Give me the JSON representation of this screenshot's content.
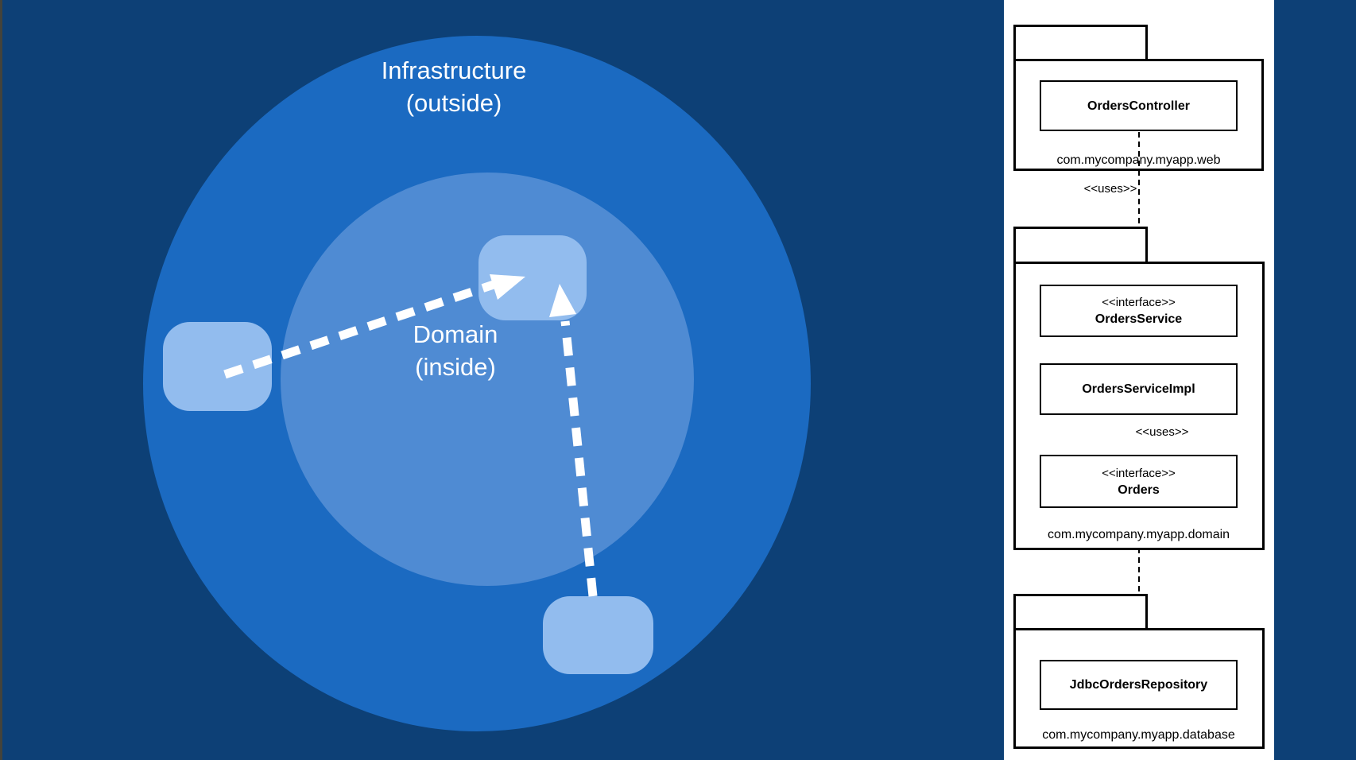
{
  "left_diagram": {
    "outer_label": {
      "line1": "Infrastructure",
      "line2": "(outside)"
    },
    "inner_label": {
      "line1": "Domain",
      "line2": "(inside)"
    },
    "colors": {
      "background": "#0d4076",
      "outer_circle": "#1b6ac1",
      "inner_circle": "#4f8bd3",
      "component": "#92bcee",
      "arrow": "#ffffff",
      "label_text": "#ffffff"
    }
  },
  "uml": {
    "panel_background": "#ffffff",
    "line_color": "#000000",
    "web": {
      "class_name": "OrdersController",
      "package_label": "com.mycompany.myapp.web"
    },
    "connectors": {
      "uses_top": "<<uses>>",
      "uses_middle": "<<uses>>"
    },
    "domain": {
      "interface1": {
        "stereotype": "<<interface>>",
        "name": "OrdersService"
      },
      "impl_name": "OrdersServiceImpl",
      "interface2": {
        "stereotype": "<<interface>>",
        "name": "Orders"
      },
      "package_label": "com.mycompany.myapp.domain"
    },
    "database": {
      "class_name": "JdbcOrdersRepository",
      "package_label": "com.mycompany.myapp.database"
    }
  }
}
